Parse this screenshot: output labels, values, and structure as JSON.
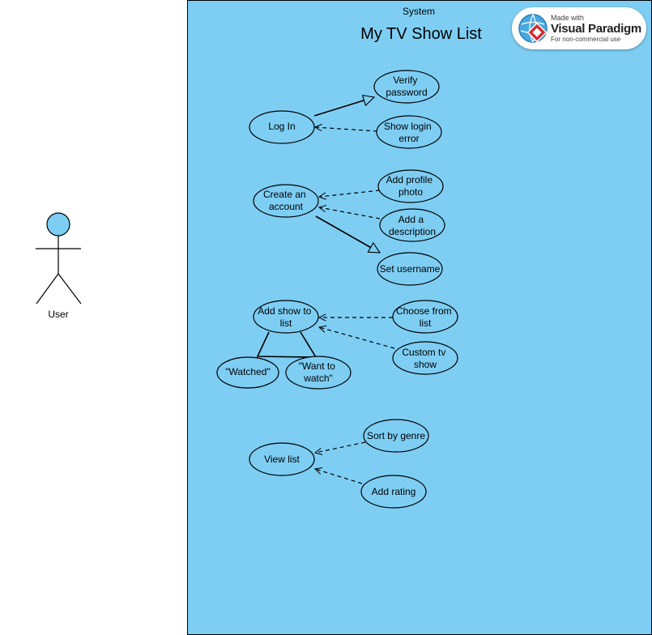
{
  "system": {
    "stereotype": "System",
    "title": "My TV Show List",
    "fill": "#7ecef4"
  },
  "actor": {
    "name": "User",
    "head_fill": "#7ecef4"
  },
  "badge": {
    "made_with": "Made with",
    "brand": "Visual Paradigm",
    "subtitle": "For non-commercial use"
  },
  "use_cases": {
    "log_in": [
      "Log In"
    ],
    "verify_password": [
      "Verify",
      "password"
    ],
    "show_login_error": [
      "Show login",
      "error"
    ],
    "create_account": [
      "Create an",
      "account"
    ],
    "add_profile_photo": [
      "Add profile",
      "photo"
    ],
    "add_description": [
      "Add a",
      "description"
    ],
    "set_username": [
      "Set username"
    ],
    "add_show": [
      "Add show to",
      "list"
    ],
    "choose_from_list": [
      "Choose from",
      "list"
    ],
    "custom_tv_show": [
      "Custom tv",
      "show"
    ],
    "watched": [
      "\"Watched\""
    ],
    "want_to_watch": [
      "\"Want to",
      "watch\""
    ],
    "view_list": [
      "View list"
    ],
    "sort_by_genre": [
      "Sort by genre"
    ],
    "add_rating": [
      "Add rating"
    ]
  }
}
